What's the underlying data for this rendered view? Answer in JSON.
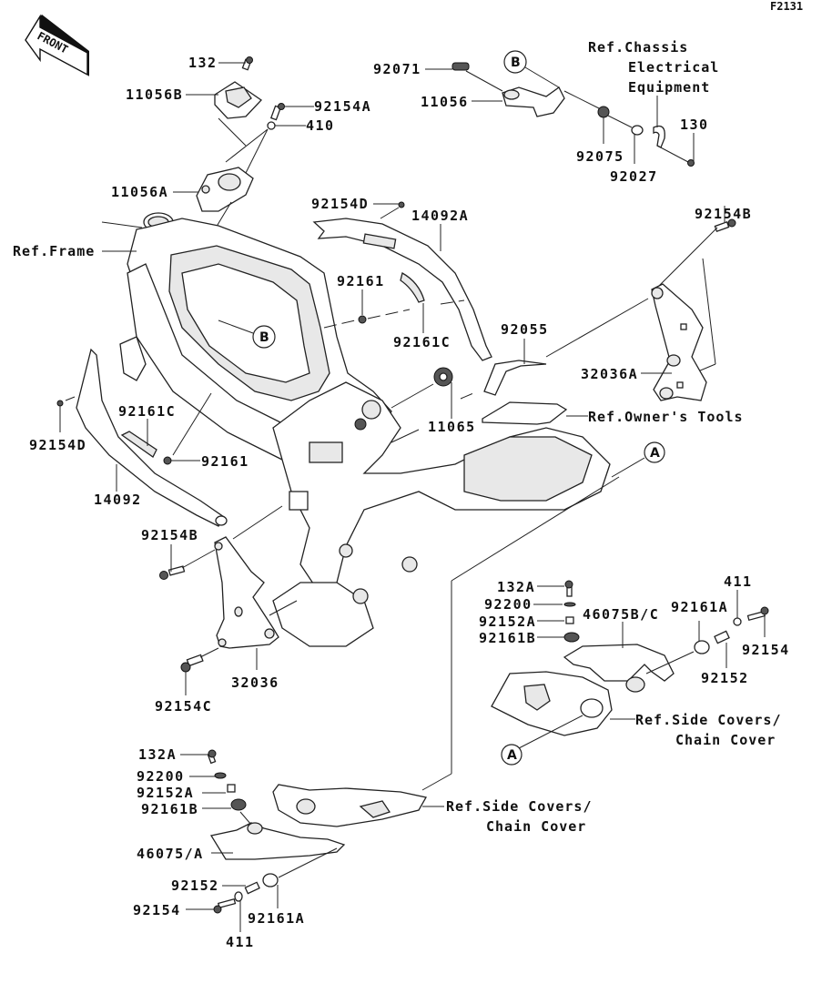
{
  "diagram_code": "F2131",
  "front_indicator": "FRONT",
  "callouts": {
    "A": "A",
    "B": "B"
  },
  "references": {
    "frame": "Ref.Frame",
    "chassis_electrical_1": "Ref.Chassis",
    "chassis_electrical_2": "Electrical",
    "chassis_electrical_3": "Equipment",
    "owners_tools": "Ref.Owner's Tools",
    "side_covers_right_1": "Ref.Side Covers/",
    "side_covers_right_2": "Chain Cover",
    "side_covers_left_1": "Ref.Side Covers/",
    "side_covers_left_2": "Chain Cover"
  },
  "parts": {
    "p132": "132",
    "p11056B": "11056B",
    "p92154A": "92154A",
    "p410": "410",
    "p11056A": "11056A",
    "p92071": "92071",
    "p11056": "11056",
    "p92075": "92075",
    "p92027": "92027",
    "p130": "130",
    "p92154D_top": "92154D",
    "p14092A": "14092A",
    "p92154B_right": "92154B",
    "p92161_top": "92161",
    "p92161C_top": "92161C",
    "p92055": "92055",
    "p32036A": "32036A",
    "p11065": "11065",
    "p92154D_left": "92154D",
    "p92161C_left": "92161C",
    "p92161_left": "92161",
    "p14092": "14092",
    "p92154B_left": "92154B",
    "p32036": "32036",
    "p92154C": "92154C",
    "r_132A": "132A",
    "r_92200": "92200",
    "r_92152A": "92152A",
    "r_92161B": "92161B",
    "r_46075BC": "46075B/C",
    "r_92161A": "92161A",
    "r_411": "411",
    "r_92154": "92154",
    "r_92152": "92152",
    "l_132A": "132A",
    "l_92200": "92200",
    "l_92152A": "92152A",
    "l_92161B": "92161B",
    "l_46075A": "46075/A",
    "l_92152": "92152",
    "l_92154": "92154",
    "l_411": "411",
    "l_92161A": "92161A"
  }
}
